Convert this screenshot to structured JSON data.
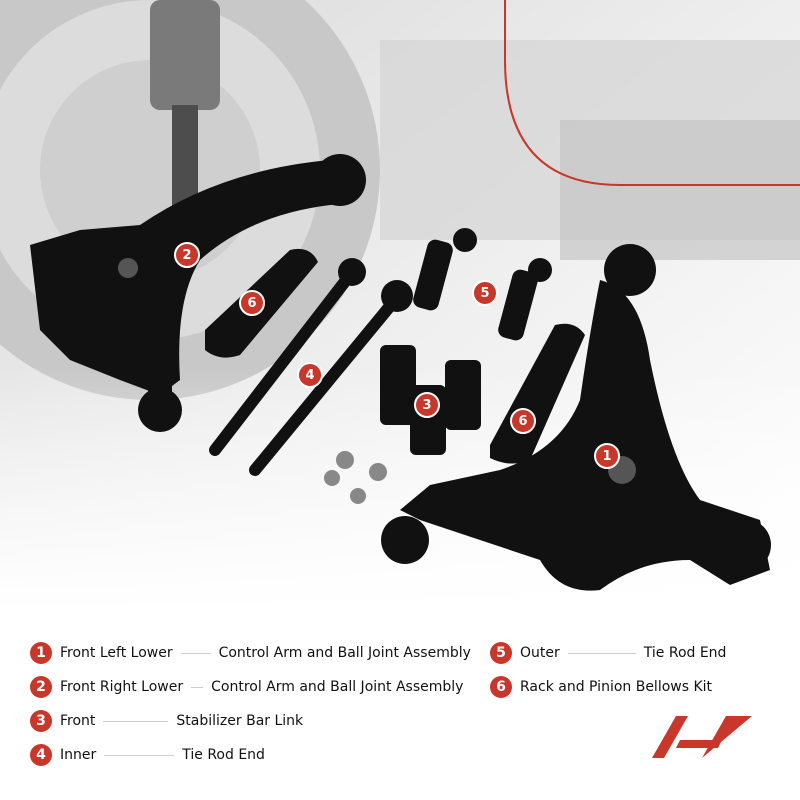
{
  "callouts": [
    {
      "n": "2"
    },
    {
      "n": "6"
    },
    {
      "n": "5"
    },
    {
      "n": "4"
    },
    {
      "n": "3"
    },
    {
      "n": "6"
    },
    {
      "n": "1"
    }
  ],
  "legend": [
    {
      "n": "1",
      "left": "Front Left Lower",
      "right": "Control Arm and Ball Joint Assembly"
    },
    {
      "n": "2",
      "left": "Front Right Lower",
      "right": "Control Arm and Ball Joint Assembly"
    },
    {
      "n": "3",
      "left": "Front",
      "right": "Stabilizer Bar Link"
    },
    {
      "n": "4",
      "left": "Inner",
      "right": "Tie Rod End"
    },
    {
      "n": "5",
      "left": "Outer",
      "right": "Tie Rod End"
    },
    {
      "n": "6",
      "left": "Rack and Pinion Bellows Kit",
      "right": ""
    }
  ],
  "colors": {
    "accent": "#c8372a",
    "part": "#111111"
  },
  "logo": {
    "icon": "a-premium-logo-icon"
  }
}
